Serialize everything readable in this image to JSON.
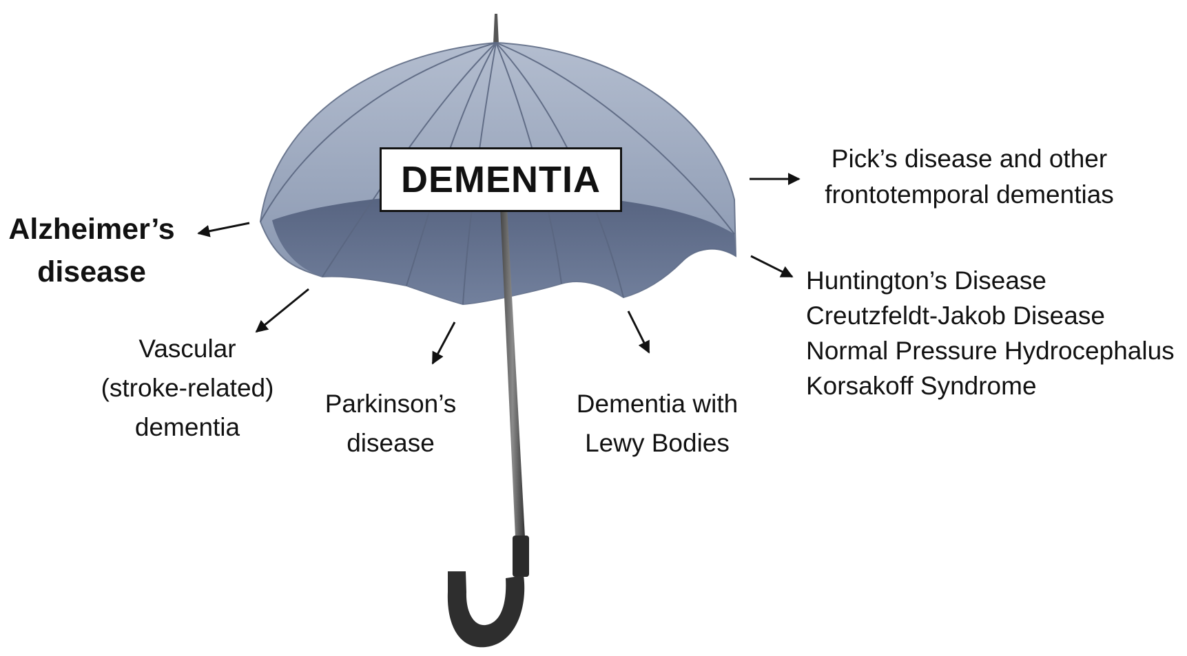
{
  "center_label": "DEMENTIA",
  "types": {
    "alzheimers": [
      "Alzheimer’s",
      "disease"
    ],
    "vascular": [
      "Vascular",
      "(stroke-related)",
      "dementia"
    ],
    "parkinsons": [
      "Parkinson’s",
      "disease"
    ],
    "lewy": [
      "Dementia with",
      "Lewy Bodies"
    ],
    "pick": [
      "Pick’s disease and other",
      "frontotemporal dementias"
    ],
    "others": [
      "Huntington’s Disease",
      "Creutzfeldt-Jakob Disease",
      "Normal Pressure Hydrocephalus",
      "Korsakoff Syndrome"
    ]
  },
  "colors": {
    "canopy_light": "#9aa7bd",
    "canopy_dark": "#5b6a88",
    "handle": "#2e2e2e",
    "text": "#111111"
  }
}
